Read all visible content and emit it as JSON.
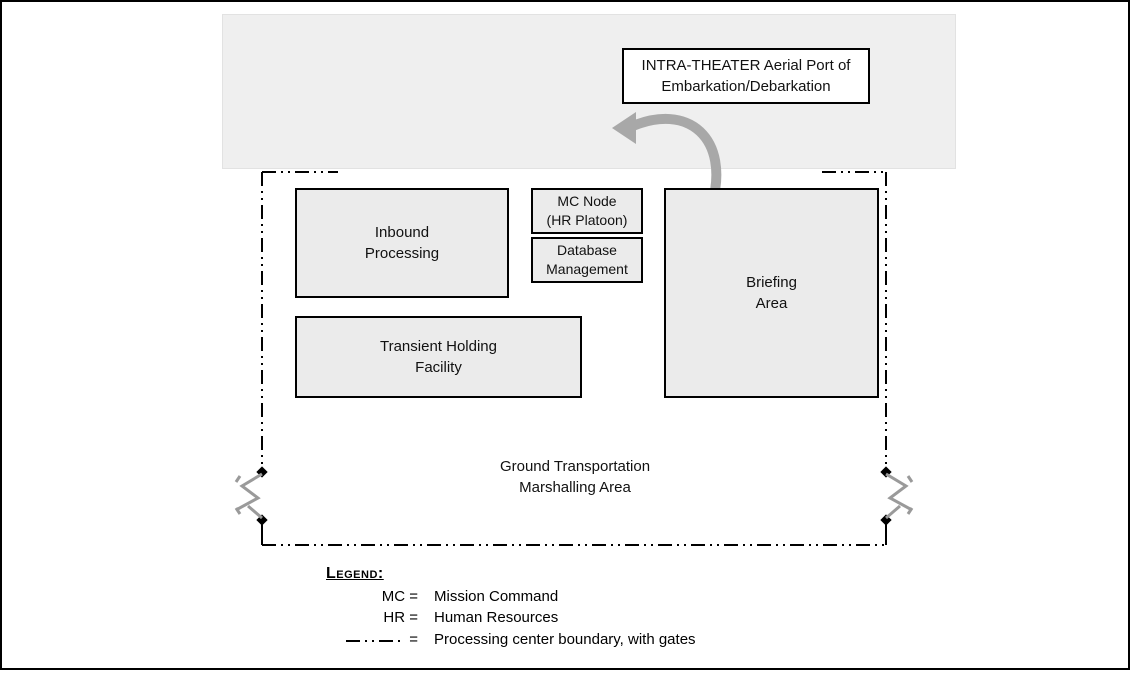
{
  "apod": {
    "label": "INTRA-THEATER Aerial Port of\nEmbarkation/Debarkation"
  },
  "boxes": {
    "inbound": "Inbound\nProcessing",
    "mc_node": "MC Node\n(HR Platoon)",
    "database": "Database\nManagement",
    "briefing": "Briefing\nArea",
    "transient": "Transient Holding\nFacility"
  },
  "marshalling": "Ground Transportation\nMarshalling Area",
  "legend": {
    "title": "Legend:",
    "items": [
      {
        "key": "MC =",
        "value": "Mission Command"
      },
      {
        "key": "HR =",
        "value": "Human Resources"
      },
      {
        "key": "= ",
        "value": "Processing center boundary, with gates"
      }
    ]
  }
}
